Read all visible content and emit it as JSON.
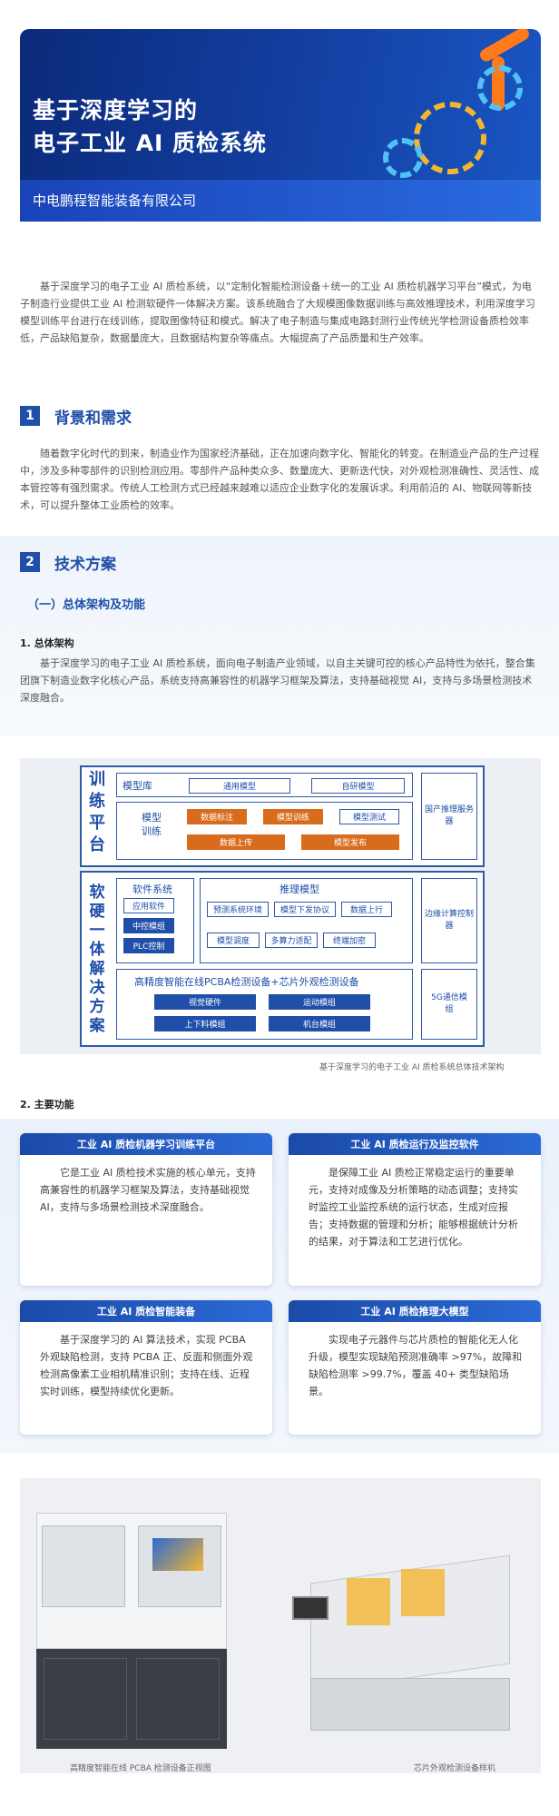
{
  "banner": {
    "title_line1": "基于深度学习的",
    "title_line2": "电子工业 AI 质检系统",
    "company": "中电鹏程智能装备有限公司"
  },
  "intro": "基于深度学习的电子工业 AI 质检系统，以“定制化智能检测设备＋统一的工业 AI 质检机器学习平台”模式，为电子制造行业提供工业 AI 检测软硬件一体解决方案。该系统融合了大规模图像数据训练与高效推理技术，利用深度学习模型训练平台进行在线训练，提取图像特征和模式。解决了电子制造与集成电路封测行业传统光学检测设备质检效率低，产品缺陷复杂，数据量庞大，且数据结构复杂等痛点。大幅提高了产品质量和生产效率。",
  "section1": {
    "num": "1",
    "title": "背景和需求",
    "text": "随着数字化时代的到来，制造业作为国家经济基础，正在加速向数字化、智能化的转变。在制造业产品的生产过程中，涉及多种零部件的识别检测应用。零部件产品种类众多、数量庞大、更新迭代快，对外观检测准确性、灵活性、成本管控等有强烈需求。传统人工检测方式已经越来越难以适应企业数字化的发展诉求。利用前沿的 AI、物联网等新技术，可以提升整体工业质检的效率。"
  },
  "section2": {
    "num": "2",
    "title": "技术方案",
    "sub1": "（一）总体架构及功能",
    "arch_head": "1. 总体架构",
    "arch_text": "基于深度学习的电子工业 AI 质检系统，面向电子制造产业领域，以自主关键可控的核心产品特性为依托，整合集团旗下制造业数字化核心产品，系统支持高兼容性的机器学习框架及算法，支持基础视觉 AI，支持与多场景检测技术深度融合。",
    "func_head": "2. 主要功能"
  },
  "diagram": {
    "top_label": "训练平台",
    "bottom_label": "软硬一体解决方案",
    "model_lib": "模型库",
    "general_model": "通用模型",
    "custom_model": "自研模型",
    "model_train": "模型训练",
    "data_label": "数据标注",
    "train": "模型训练",
    "test": "模型测试",
    "upload": "数据上传",
    "publish": "模型发布",
    "infer_server": "国产推理服务器",
    "software": "软件系统",
    "app": "应用软件",
    "control": "中控模组",
    "plc": "PLC控制",
    "infer_model": "推理模型",
    "env": "预测系统环境",
    "deploy": "模型下发协议",
    "data_up": "数据上行",
    "tune": "模型调度",
    "multi": "多算力适配",
    "encrypt": "终端加密",
    "edge": "边缘计算控制器",
    "equip_title": "高精度智能在线PCBA检测设备+芯片外观检测设备",
    "vision": "视觉硬件",
    "motion": "运动模组",
    "loader": "上下料模组",
    "platform": "机台模组",
    "fiveg": "5G通信模组",
    "caption": "基于深度学习的电子工业 AI 质检系统总体技术架构"
  },
  "cards": [
    {
      "title": "工业 AI 质检机器学习训练平台",
      "body": "它是工业 AI 质检技术实施的核心单元，支持高兼容性的机器学习框架及算法，支持基础视觉 AI，支持与多场景检测技术深度融合。"
    },
    {
      "title": "工业 AI 质检运行及监控软件",
      "body": "是保障工业 AI 质检正常稳定运行的重要单元，支持对成像及分析策略的动态调整；支持实时监控工业监控系统的运行状态，生成对应报告；支持数据的管理和分析；能够根据统计分析的结果，对于算法和工艺进行优化。"
    },
    {
      "title": "工业 AI 质检智能装备",
      "body": "基于深度学习的 AI 算法技术，实现 PCBA 外观缺陷检测，支持 PCBA 正、反面和侧面外观检测高像素工业相机精准识别；支持在线、近程实时训练，模型持续优化更新。"
    },
    {
      "title": "工业 AI 质检推理大模型",
      "body": "实现电子元器件与芯片质检的智能化无人化升级，模型实现缺陷预测准确率 >97%，故障和缺陷检测率 >99.7%，覆盖 40+ 类型缺陷场景。"
    }
  ],
  "photos": {
    "left_caption": "高精度智能在线 PCBA 检测设备正视图",
    "right_caption": "芯片外观检测设备样机"
  }
}
